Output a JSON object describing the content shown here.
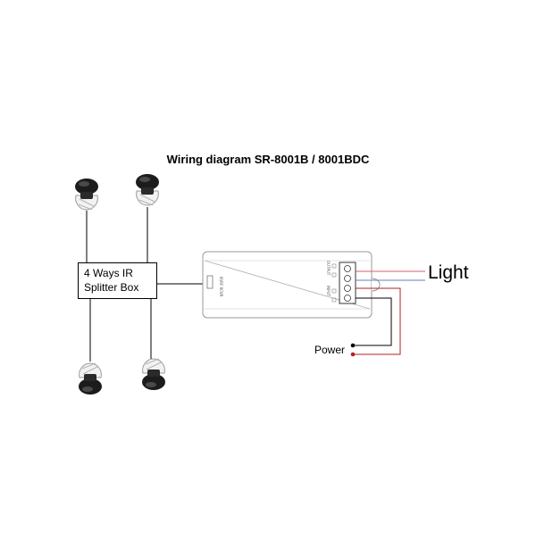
{
  "title": "Wiring diagram SR-8001B / 8001BDC",
  "splitter": {
    "line1": "4 Ways IR",
    "line2": "Splitter Box"
  },
  "labels": {
    "light": "Light",
    "power": "Power"
  },
  "controller": {
    "output_label": "OUTPUT",
    "input_label": "INPUT",
    "port_label": "IR/RF RCVR"
  },
  "colors": {
    "wire": "#000000",
    "light_red": "#d06070",
    "light_blue": "#6a82b5",
    "power_red": "#b02020",
    "outline": "#9a9a9a"
  },
  "icons": [
    "ir-receiver-icon",
    "terminal-block-icon"
  ]
}
